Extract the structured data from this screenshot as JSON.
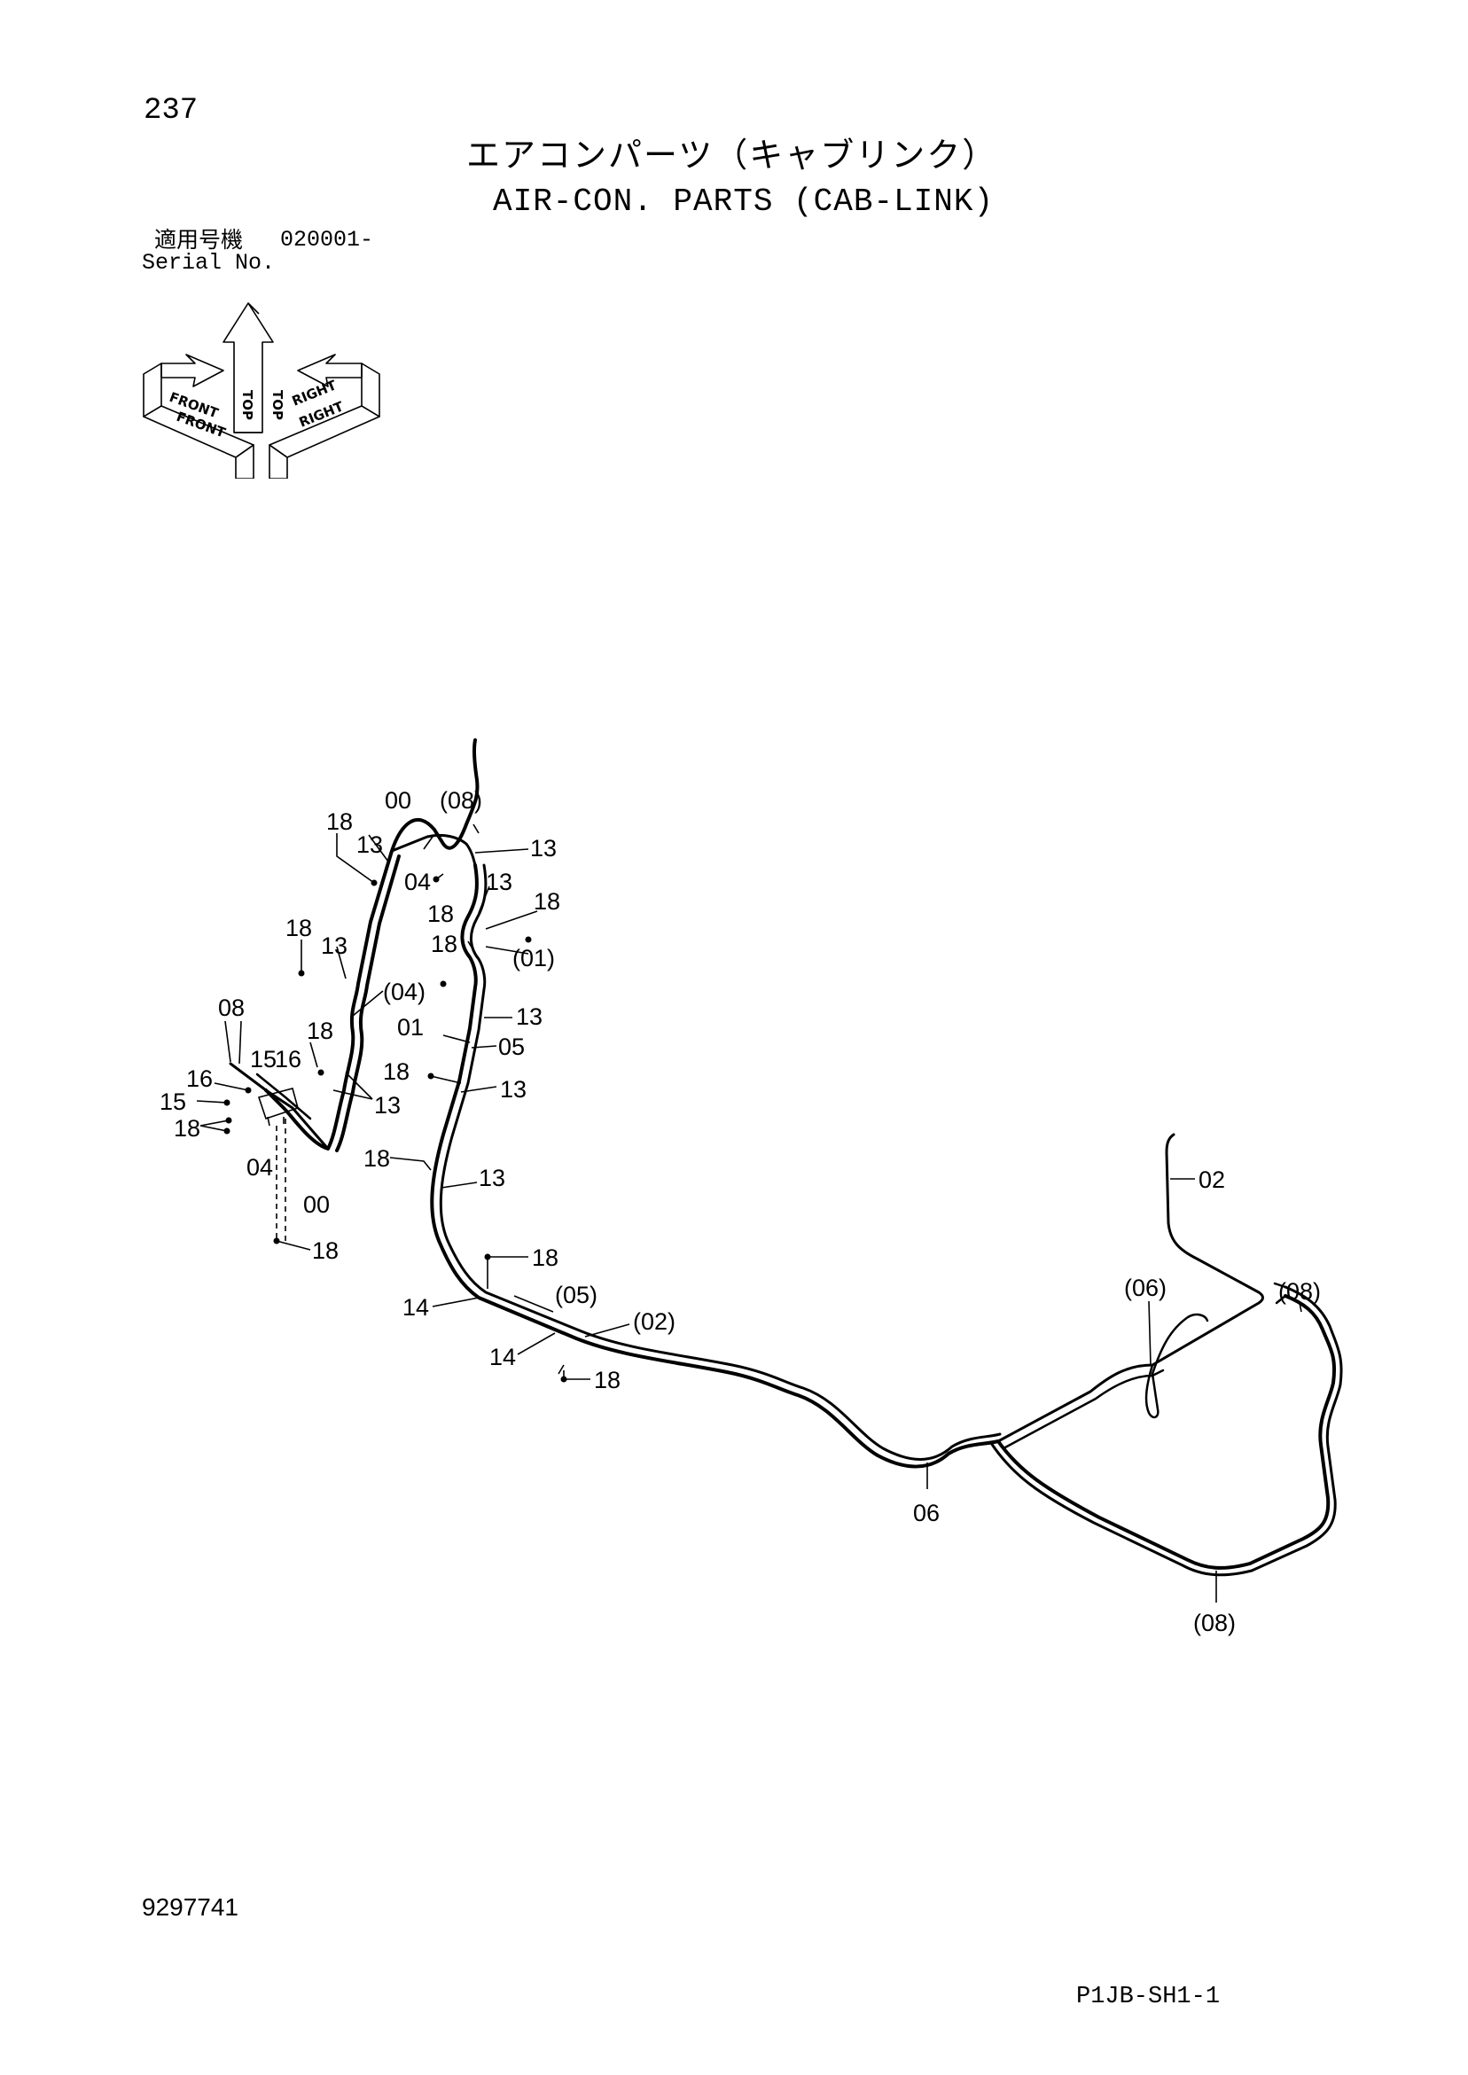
{
  "header": {
    "page_number": "237",
    "title_jp": "エアコンパーツ（キャブリンク）",
    "title_en": "AIR-CON. PARTS (CAB-LINK)",
    "serial_label_jp": "適用号機",
    "serial_value": "020001-",
    "serial_label_en": "Serial No."
  },
  "orientation": {
    "labels": [
      "TOP",
      "TOP",
      "FRONT",
      "FRONT",
      "RIGHT",
      "RIGHT"
    ]
  },
  "callouts": [
    "18",
    "13",
    "00",
    "(08)",
    "13",
    "04",
    "13",
    "18",
    "18",
    "18",
    "(01)",
    "18",
    "13",
    "(04)",
    "13",
    "01",
    "05",
    "08",
    "18",
    "18",
    "13",
    "16",
    "15",
    "16",
    "15",
    "13",
    "18",
    "04",
    "00",
    "18",
    "13",
    "18",
    "18",
    "14",
    "(05)",
    "(02)",
    "14",
    "18",
    "02",
    "(06)",
    "(08)",
    "06",
    "(08)"
  ],
  "footer": {
    "doc_number": "9297741",
    "sheet_code": "P1JB-SH1-1"
  }
}
